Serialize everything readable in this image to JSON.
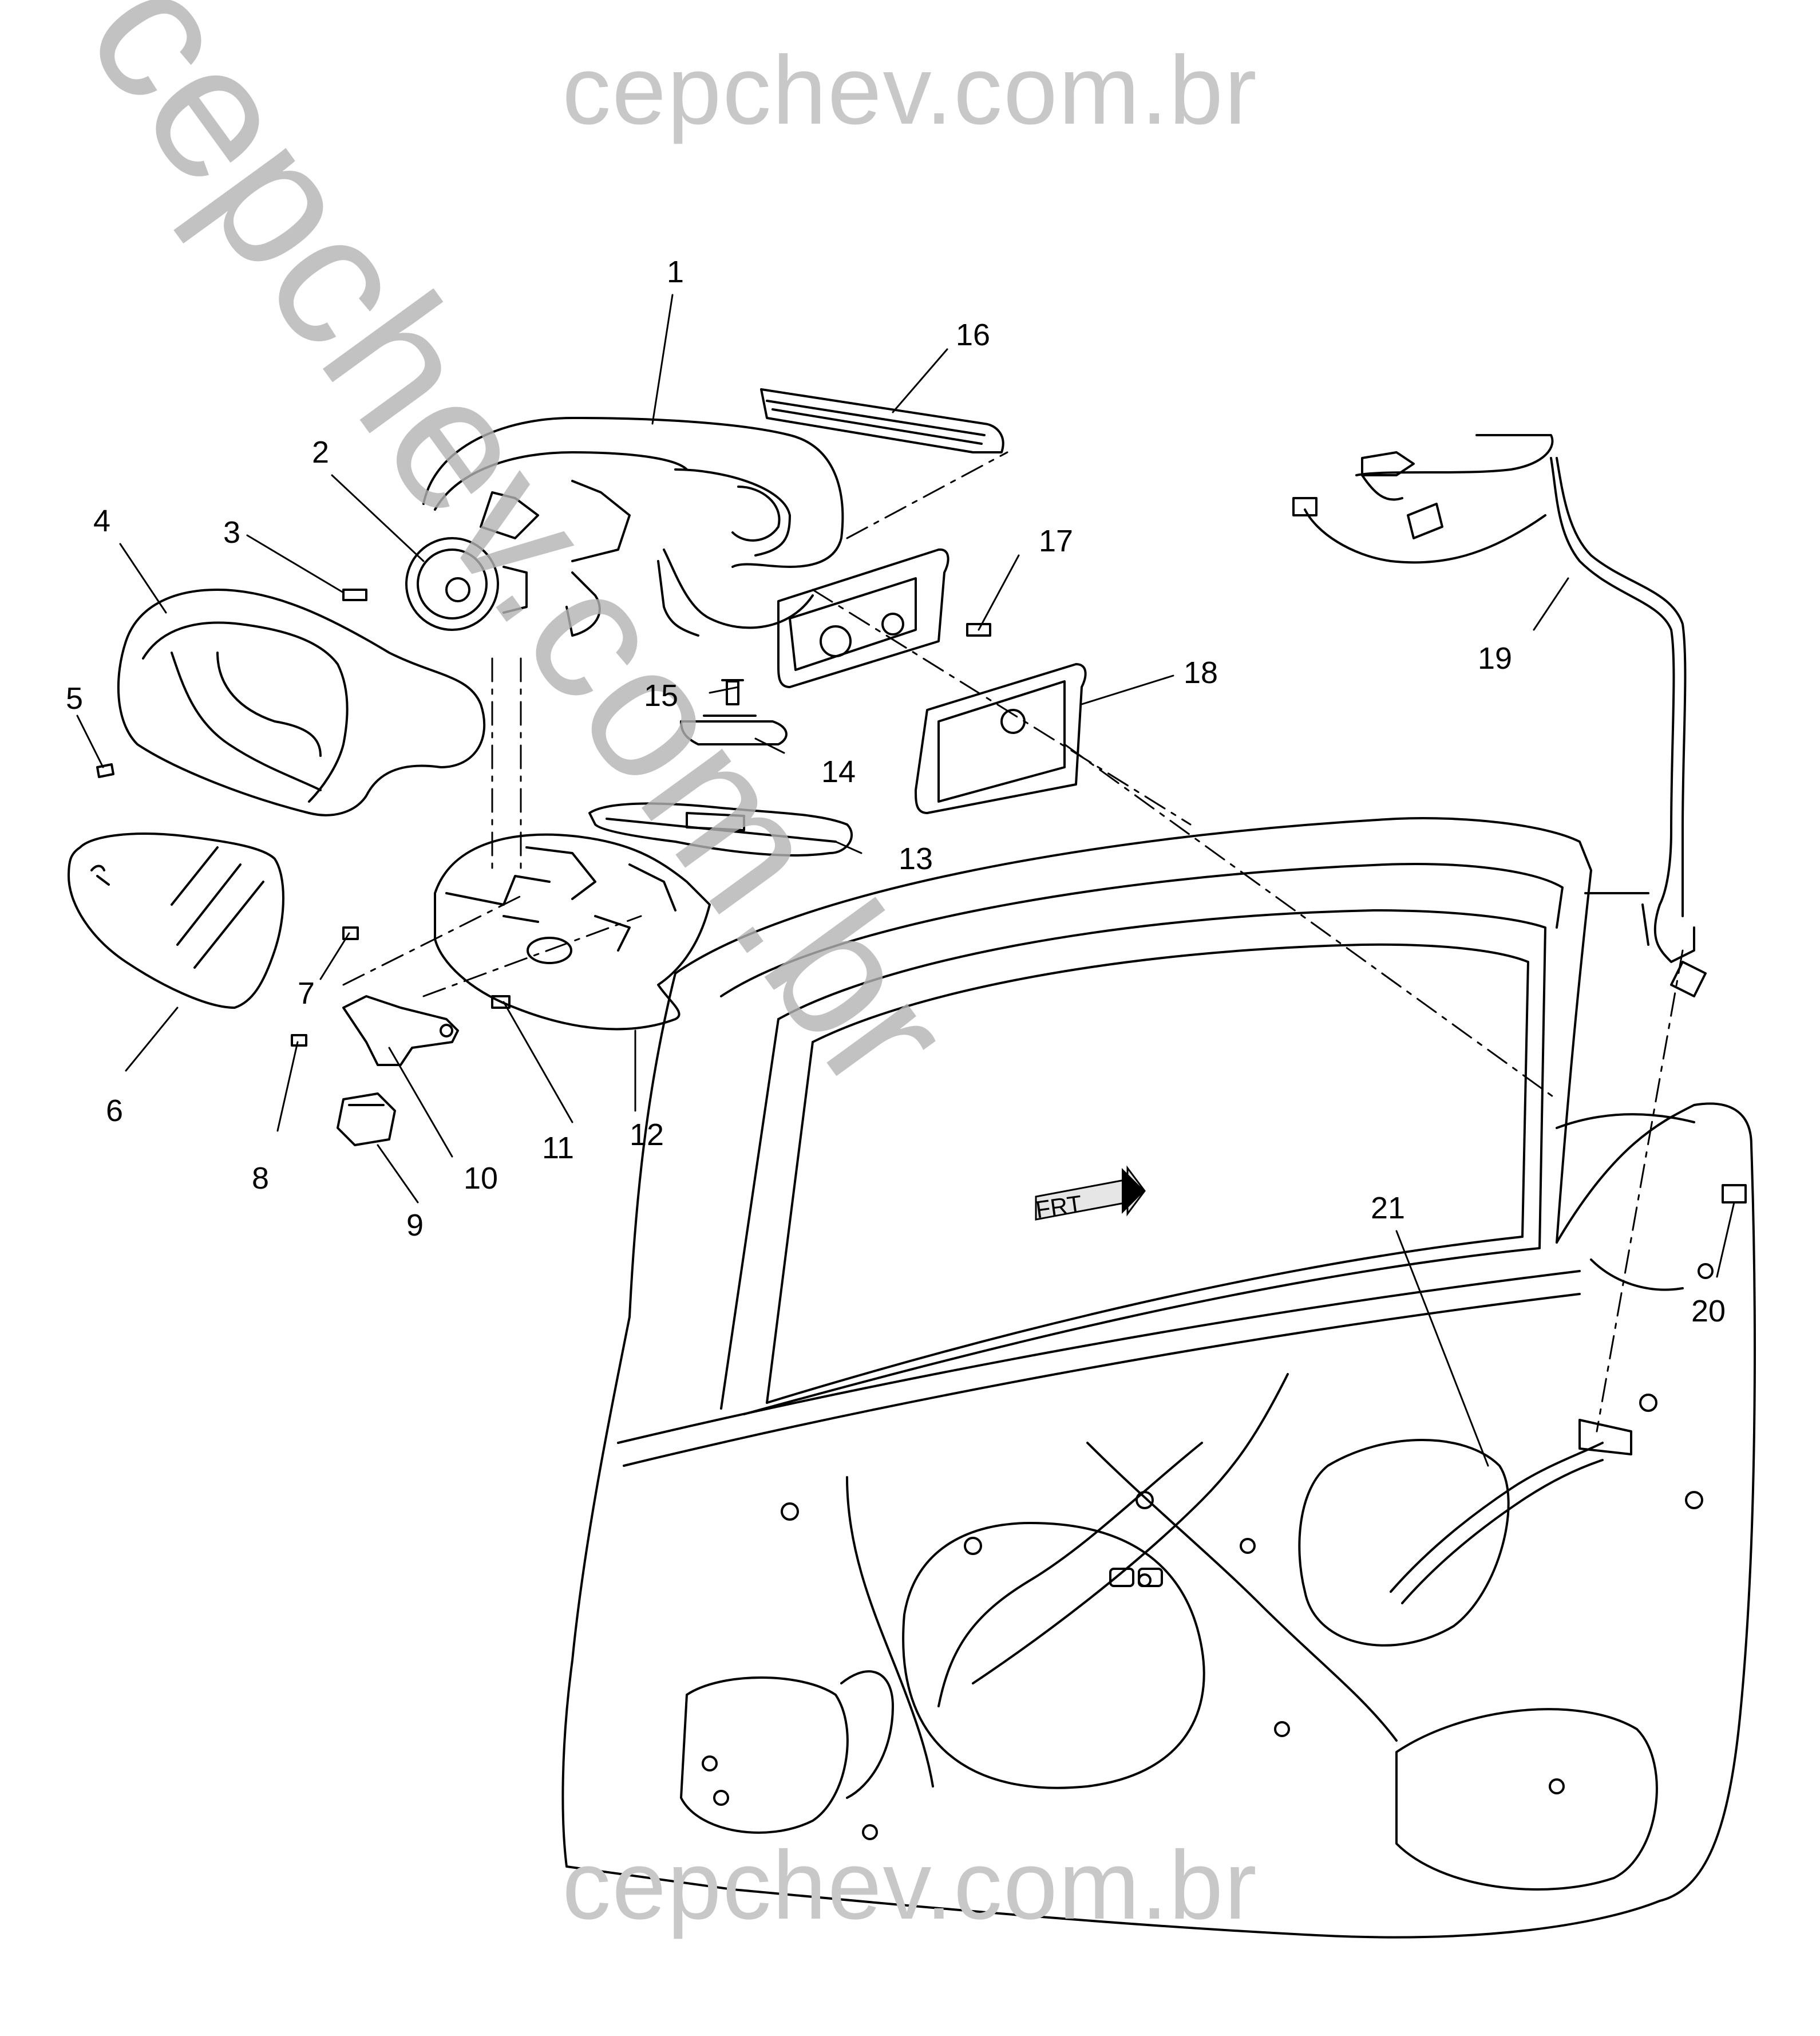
{
  "watermark": {
    "top": "cepchev.com.br",
    "diagonal": "cepchev.com.br",
    "bottom": "cepchev.com.br"
  },
  "direction_marker": "FRT",
  "callouts": [
    "1",
    "2",
    "3",
    "4",
    "5",
    "6",
    "7",
    "8",
    "9",
    "10",
    "11",
    "12",
    "13",
    "14",
    "15",
    "16",
    "17",
    "18",
    "19",
    "20",
    "21"
  ]
}
